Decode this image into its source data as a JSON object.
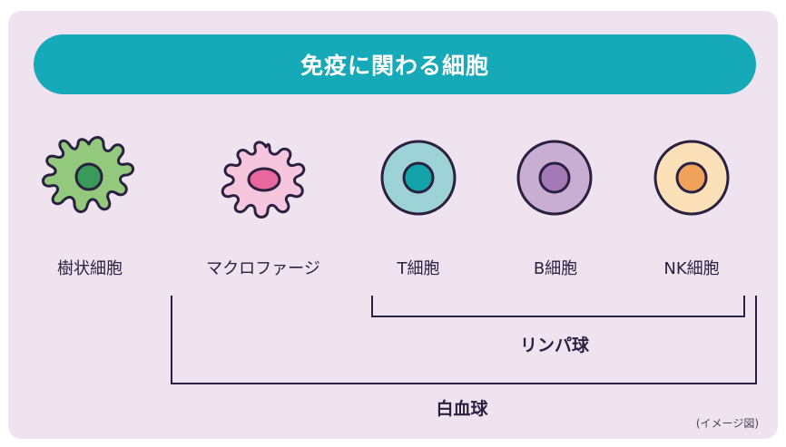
{
  "title": "免疫に関わる細胞",
  "cells": [
    {
      "label": "樹状細胞",
      "icon": "dendritic-cell-icon",
      "body": "#93c97c",
      "nucleus": "#3a9a5a"
    },
    {
      "label": "マクロファージ",
      "icon": "macrophage-icon",
      "body": "#f6c6dc",
      "nucleus": "#e8679c"
    },
    {
      "label": "T細胞",
      "icon": "t-cell-icon",
      "body": "#9dd3d6",
      "nucleus": "#14a3a8"
    },
    {
      "label": "B細胞",
      "icon": "b-cell-icon",
      "body": "#c7aed2",
      "nucleus": "#a47ab6"
    },
    {
      "label": "NK細胞",
      "icon": "nk-cell-icon",
      "body": "#fbe0b8",
      "nucleus": "#f0a25a"
    }
  ],
  "groups": {
    "lymphocyte": "リンパ球",
    "white_blood_cell": "白血球"
  },
  "note": "(イメージ図)",
  "colors": {
    "outline": "#2a2140",
    "title_bar": "#16a9b7",
    "panel": "#efe3f0"
  }
}
